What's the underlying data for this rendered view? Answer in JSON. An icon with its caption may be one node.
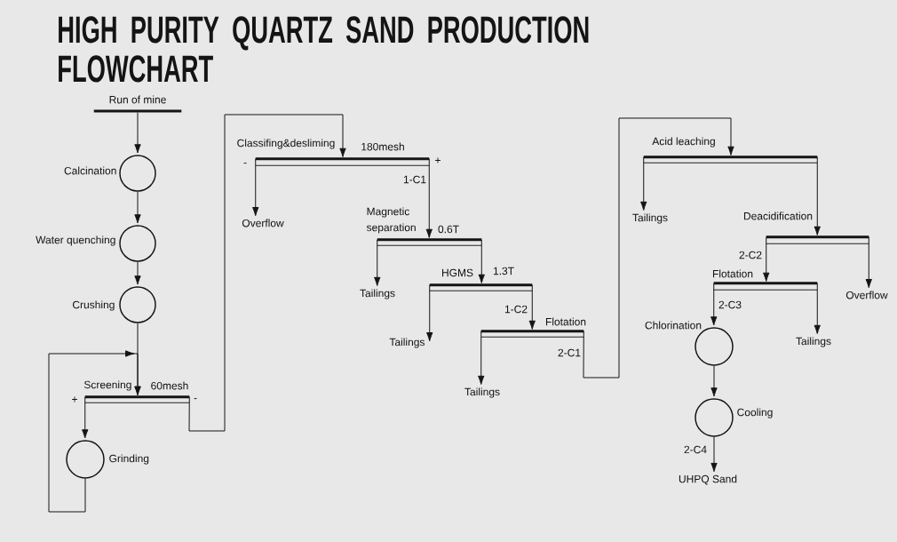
{
  "diagram": {
    "title": "HIGH PURITY QUARTZ SAND PRODUCTION FLOWCHART",
    "nodes": [
      {
        "text": [],
        "shape": "bar",
        "beside": [
          "Run of mine"
        ]
      },
      {
        "text": [],
        "shape": "circle",
        "beside": [
          "Calcination"
        ]
      },
      {
        "text": [],
        "shape": "circle",
        "beside": [
          "Water quenching"
        ]
      },
      {
        "text": [],
        "shape": "circle",
        "beside": [
          "Crushing"
        ]
      },
      {
        "text": [],
        "shape": "bar",
        "beside": [
          "Screening",
          "60mesh",
          "+",
          "-"
        ]
      },
      {
        "text": [],
        "shape": "circle",
        "beside": [
          "Grinding"
        ]
      },
      {
        "text": [],
        "shape": "bar",
        "beside": [
          "Classifing&desliming",
          "180mesh",
          "-",
          "+"
        ]
      },
      {
        "text": [
          "Overflow"
        ]
      },
      {
        "text": [],
        "shape": "bar",
        "beside": [
          "Magnetic separation",
          "0.6T"
        ]
      },
      {
        "text": [
          "Tailings"
        ]
      },
      {
        "text": [],
        "shape": "bar",
        "beside": [
          "HGMS",
          "1.3T"
        ]
      },
      {
        "text": [
          "Tailings"
        ]
      },
      {
        "text": [],
        "shape": "bar",
        "beside": [
          "Flotation"
        ]
      },
      {
        "text": [
          "Tailings"
        ]
      },
      {
        "text": [],
        "shape": "bar",
        "beside": [
          "Acid leaching"
        ]
      },
      {
        "text": [
          "Tailings"
        ]
      },
      {
        "text": [],
        "shape": "bar",
        "beside": [
          "Deacidification"
        ]
      },
      {
        "text": [
          "Overflow"
        ]
      },
      {
        "text": [],
        "shape": "bar",
        "beside": [
          "Flotation"
        ]
      },
      {
        "text": [
          "Tailings"
        ]
      },
      {
        "text": [],
        "shape": "circle",
        "beside": [
          "Chlorination"
        ]
      },
      {
        "text": [],
        "shape": "circle",
        "beside": [
          "Cooling"
        ]
      },
      {
        "text": [
          "UHPQ Sand"
        ]
      }
    ],
    "edges": [
      {
        "from": 0,
        "to": 1,
        "arrow": "to"
      },
      {
        "from": 1,
        "to": 2,
        "arrow": "to"
      },
      {
        "from": 2,
        "to": 3,
        "arrow": "to"
      },
      {
        "from": 3,
        "to": 4,
        "arrow": "to"
      },
      {
        "from": 4,
        "to": 5,
        "arrow": "to"
      },
      {
        "from": 5,
        "to": 4,
        "arrow": "to"
      },
      {
        "from": 4,
        "to": 6,
        "arrow": "to"
      },
      {
        "from": 6,
        "to": 7,
        "arrow": "to"
      },
      {
        "from": 6,
        "to": 8,
        "arrow": "to",
        "label": "1-C1"
      },
      {
        "from": 8,
        "to": 9,
        "arrow": "to"
      },
      {
        "from": 8,
        "to": 10,
        "arrow": "to"
      },
      {
        "from": 10,
        "to": 11,
        "arrow": "to"
      },
      {
        "from": 10,
        "to": 12,
        "arrow": "to",
        "label": "1-C2"
      },
      {
        "from": 12,
        "to": 13,
        "arrow": "to"
      },
      {
        "from": 12,
        "to": 14,
        "arrow": "to",
        "label": "2-C1"
      },
      {
        "from": 14,
        "to": 15,
        "arrow": "to"
      },
      {
        "from": 14,
        "to": 16,
        "arrow": "to"
      },
      {
        "from": 16,
        "to": 17,
        "arrow": "to"
      },
      {
        "from": 16,
        "to": 18,
        "arrow": "to",
        "label": "2-C2"
      },
      {
        "from": 18,
        "to": 19,
        "arrow": "to"
      },
      {
        "from": 18,
        "to": 20,
        "arrow": "to",
        "label": "2-C3"
      },
      {
        "from": 20,
        "to": 21,
        "arrow": "to"
      },
      {
        "from": 21,
        "to": 22,
        "arrow": "to",
        "label": "2-C4"
      }
    ]
  }
}
